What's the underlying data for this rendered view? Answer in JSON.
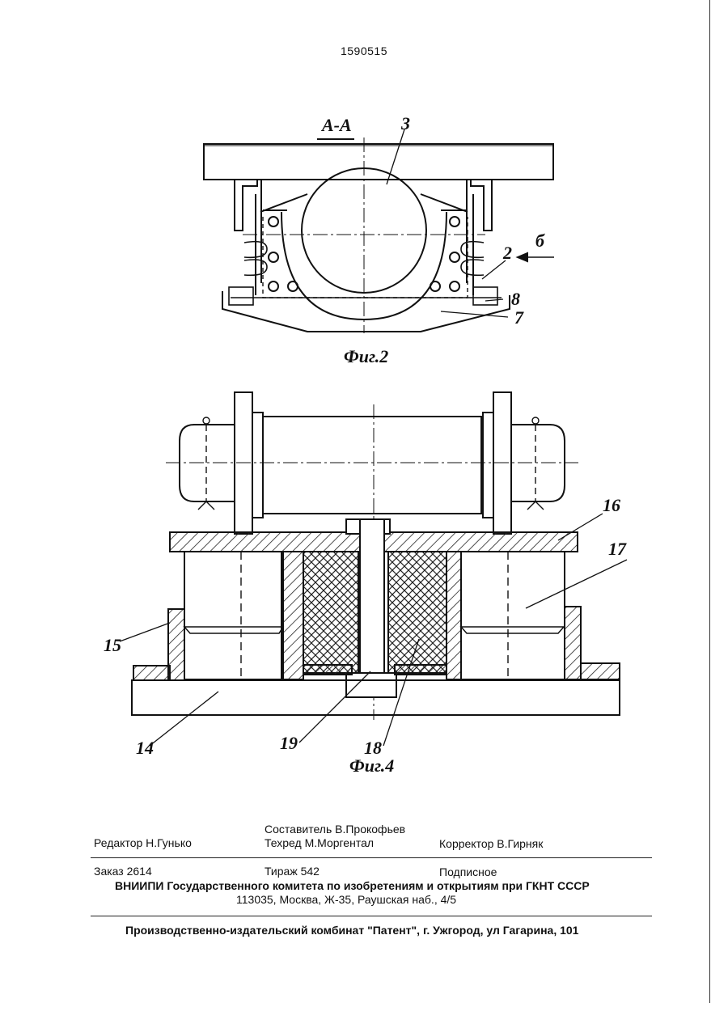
{
  "page_number": "1590515",
  "fig2": {
    "section_label": "А-А",
    "caption": "Фиг.2",
    "labels": {
      "l3": "3",
      "l2": "2",
      "l6": "б",
      "l8": "8",
      "l7": "7"
    }
  },
  "fig4": {
    "caption": "Фиг.4",
    "labels": {
      "l16": "16",
      "l17": "17",
      "l15": "15",
      "l14": "14",
      "l19": "19",
      "l18": "18"
    }
  },
  "credits": {
    "editor": "Редактор Н.Гунько",
    "compiler": "Составитель В.Прокофьев",
    "techred": "Техред М.Моргентал",
    "corrector": "Корректор В.Гирняк"
  },
  "order": {
    "order": "Заказ 2614",
    "circulation": "Тираж 542",
    "subscription": "Подписное",
    "org_line1": "ВНИИПИ Государственного комитета по изобретениям и открытиям при ГКНТ СССР",
    "org_line2": "113035, Москва, Ж-35, Раушская наб., 4/5"
  },
  "publisher": "Производственно-издательский комбинат \"Патент\", г. Ужгород, ул Гагарина, 101"
}
